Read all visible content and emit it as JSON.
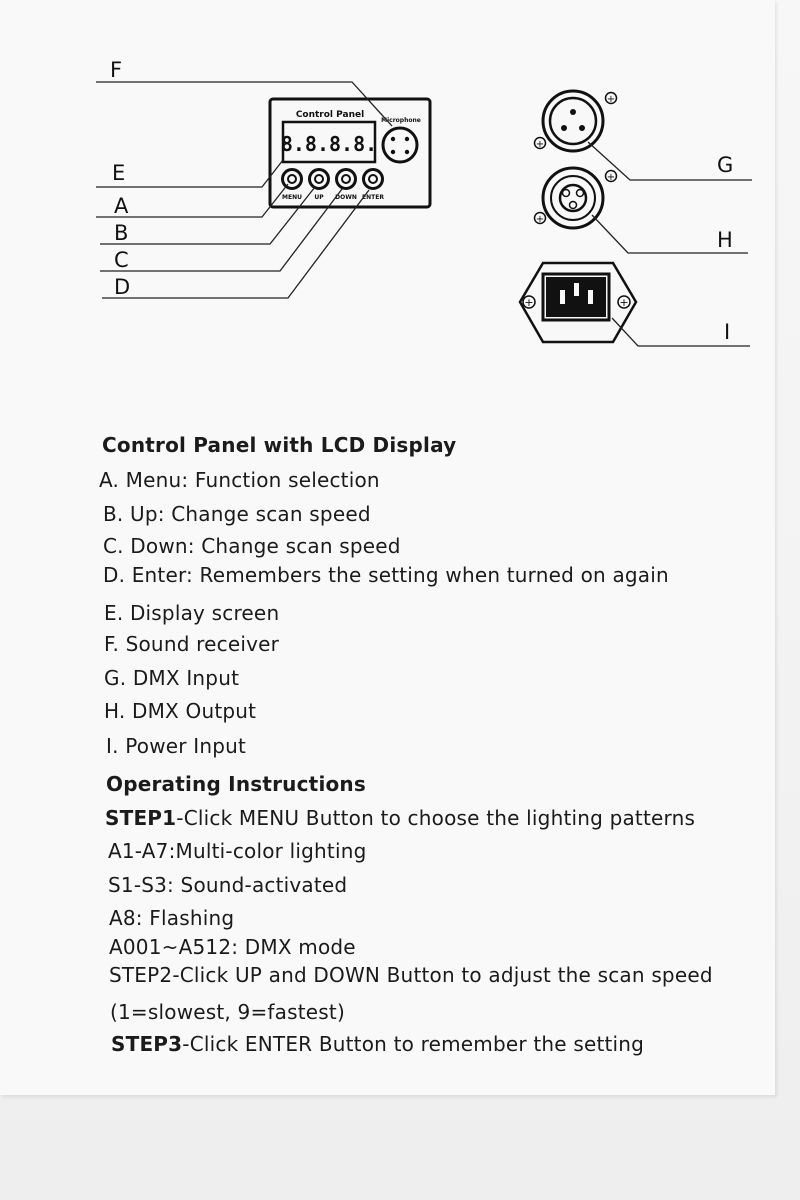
{
  "diagram": {
    "panel_title": "Control Panel",
    "display_digits": "8.8.8.8.",
    "microphone_label": "Microphone",
    "buttons": [
      "MENU",
      "UP",
      "DOWN",
      "ENTER"
    ],
    "callouts": [
      "F",
      "E",
      "A",
      "B",
      "C",
      "D",
      "G",
      "H",
      "I"
    ]
  },
  "section1": {
    "title": "Control Panel with LCD Display",
    "items": [
      "A.  Menu: Function selection",
      "B.  Up: Change scan speed",
      "C.  Down: Change scan speed",
      "D.  Enter: Remembers the setting when turned on again",
      "E.  Display screen",
      "F.  Sound receiver",
      "G.  DMX Input",
      "H.  DMX Output",
      "I.  Power Input"
    ]
  },
  "section2": {
    "title": "Operating Instructions",
    "step1_label": "STEP1",
    "step1_text": "-Click MENU Button to choose the lighting patterns",
    "modes": [
      "A1-A7:Multi-color lighting",
      "S1-S3: Sound-activated",
      "A8: Flashing",
      "A001~A512: DMX mode"
    ],
    "step2_text": "STEP2-Click UP and DOWN Button to adjust the scan speed",
    "step2_note": "(1=slowest, 9=fastest)",
    "step3_label": "STEP3",
    "step3_text": "-Click ENTER Button to remember the setting"
  }
}
